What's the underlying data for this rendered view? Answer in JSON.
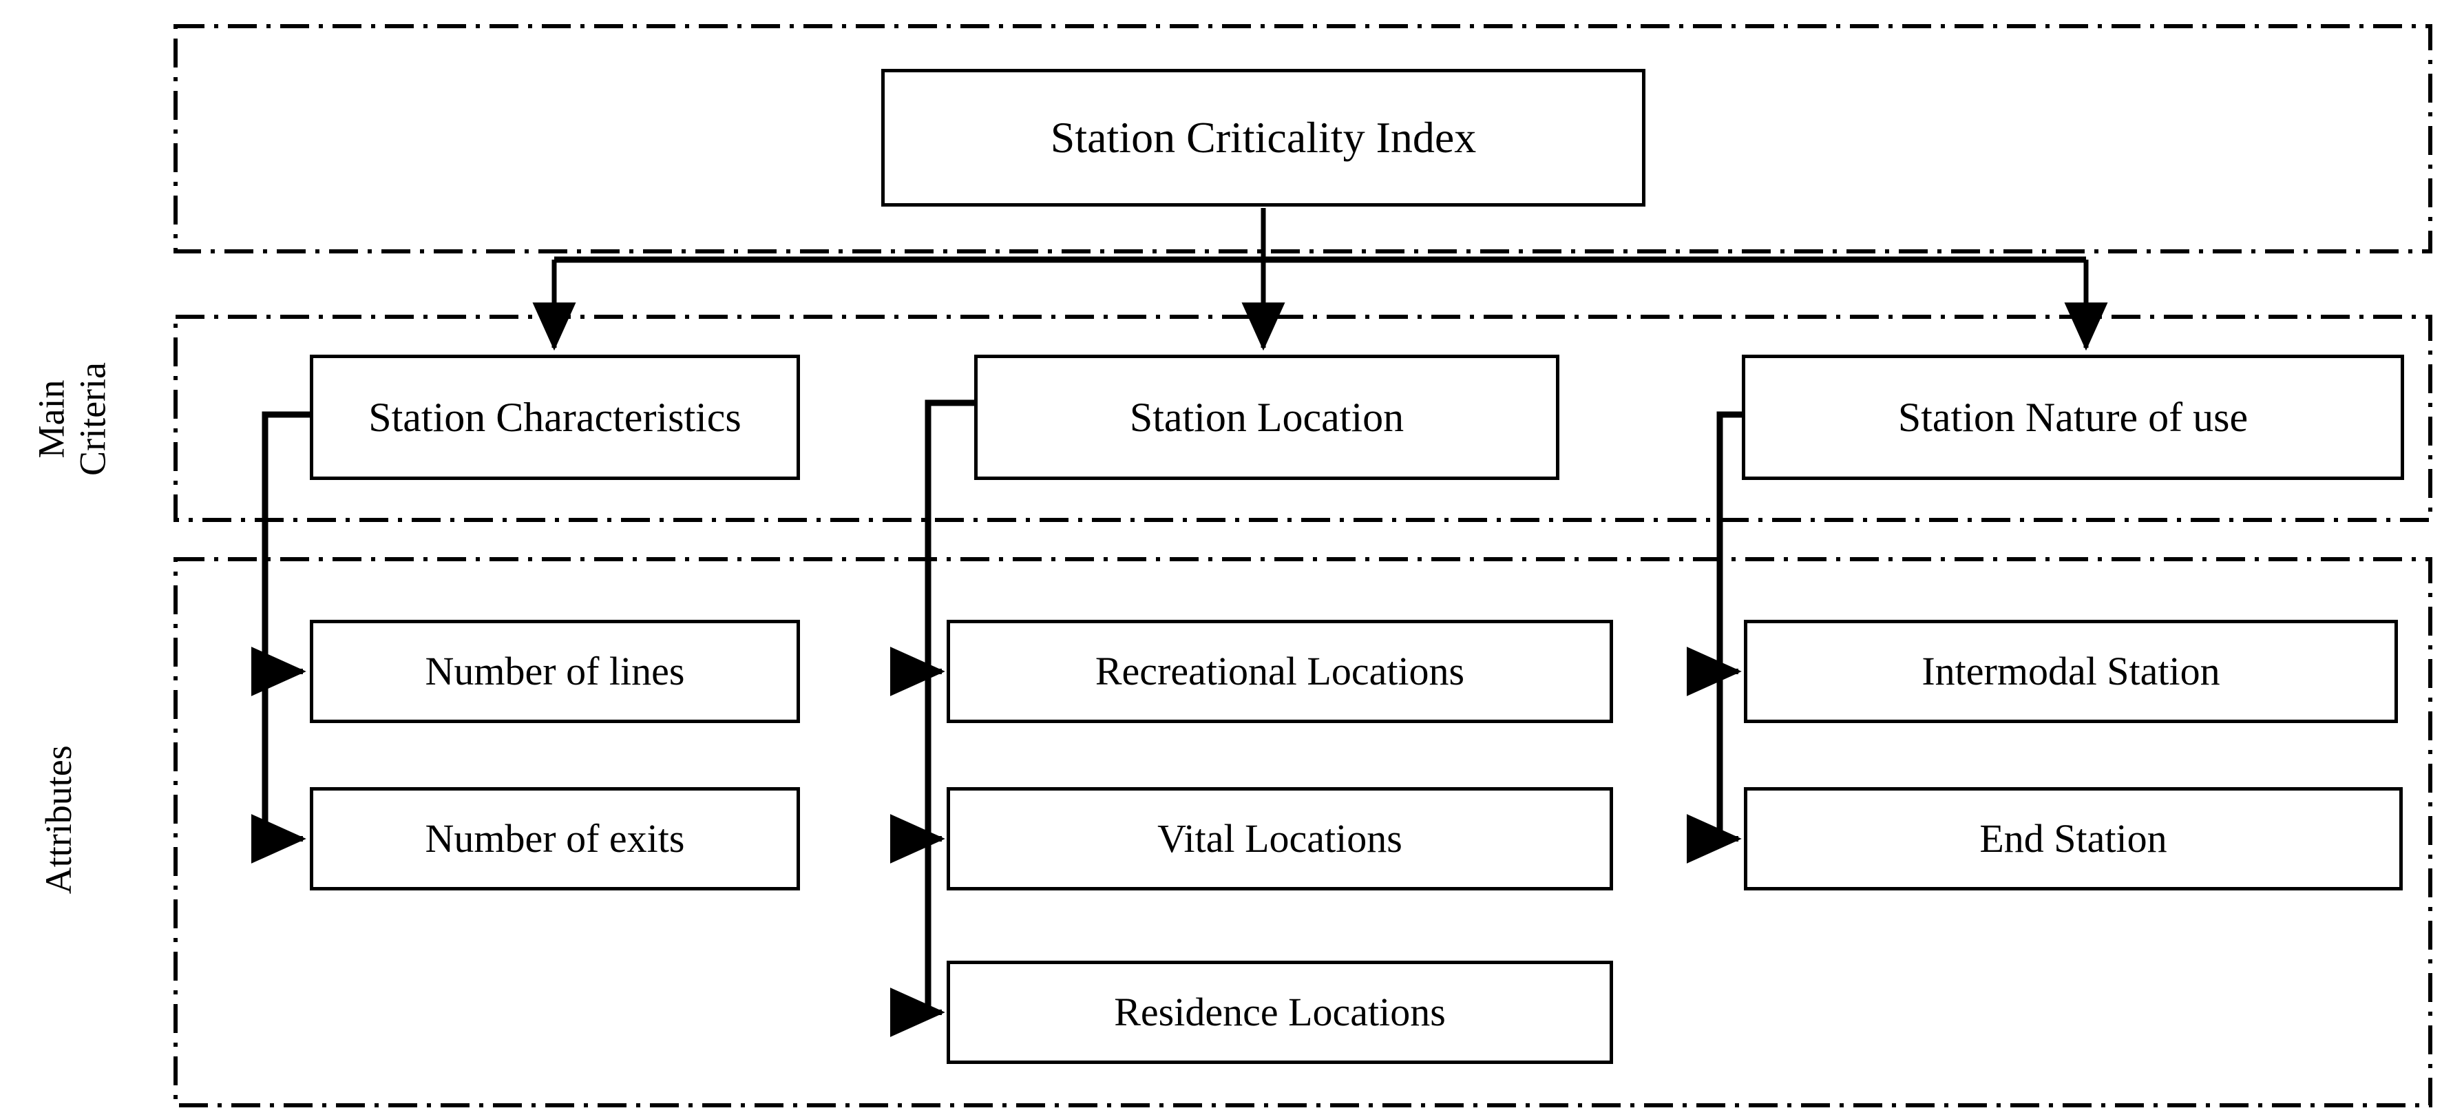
{
  "diagram": {
    "title": "Station Criticality Index",
    "root": {
      "label": "Station Criticality Index"
    },
    "row_labels": [
      {
        "id": "main-criteria",
        "label": "Main\nCriteria"
      },
      {
        "id": "attributes",
        "label": "Attributes"
      }
    ],
    "main_criteria": [
      {
        "id": "station-characteristics",
        "label": "Station\nCharacteristics"
      },
      {
        "id": "station-location",
        "label": "Station Location"
      },
      {
        "id": "station-nature-of-use",
        "label": "Station Nature of use"
      }
    ],
    "attributes": {
      "station-characteristics": [
        {
          "id": "number-of-lines",
          "label": "Number of lines"
        },
        {
          "id": "number-of-exits",
          "label": "Number of exits"
        }
      ],
      "station-location": [
        {
          "id": "recreational-locations",
          "label": "Recreational Locations"
        },
        {
          "id": "vital-locations",
          "label": "Vital Locations"
        },
        {
          "id": "residence-locations",
          "label": "Residence Locations"
        }
      ],
      "station-nature-of-use": [
        {
          "id": "intermodal-station",
          "label": "Intermodal Station"
        },
        {
          "id": "end-station",
          "label": "End Station"
        }
      ]
    },
    "colors": {
      "stroke": "#000000",
      "fill": "#ffffff",
      "text": "#000000"
    }
  }
}
